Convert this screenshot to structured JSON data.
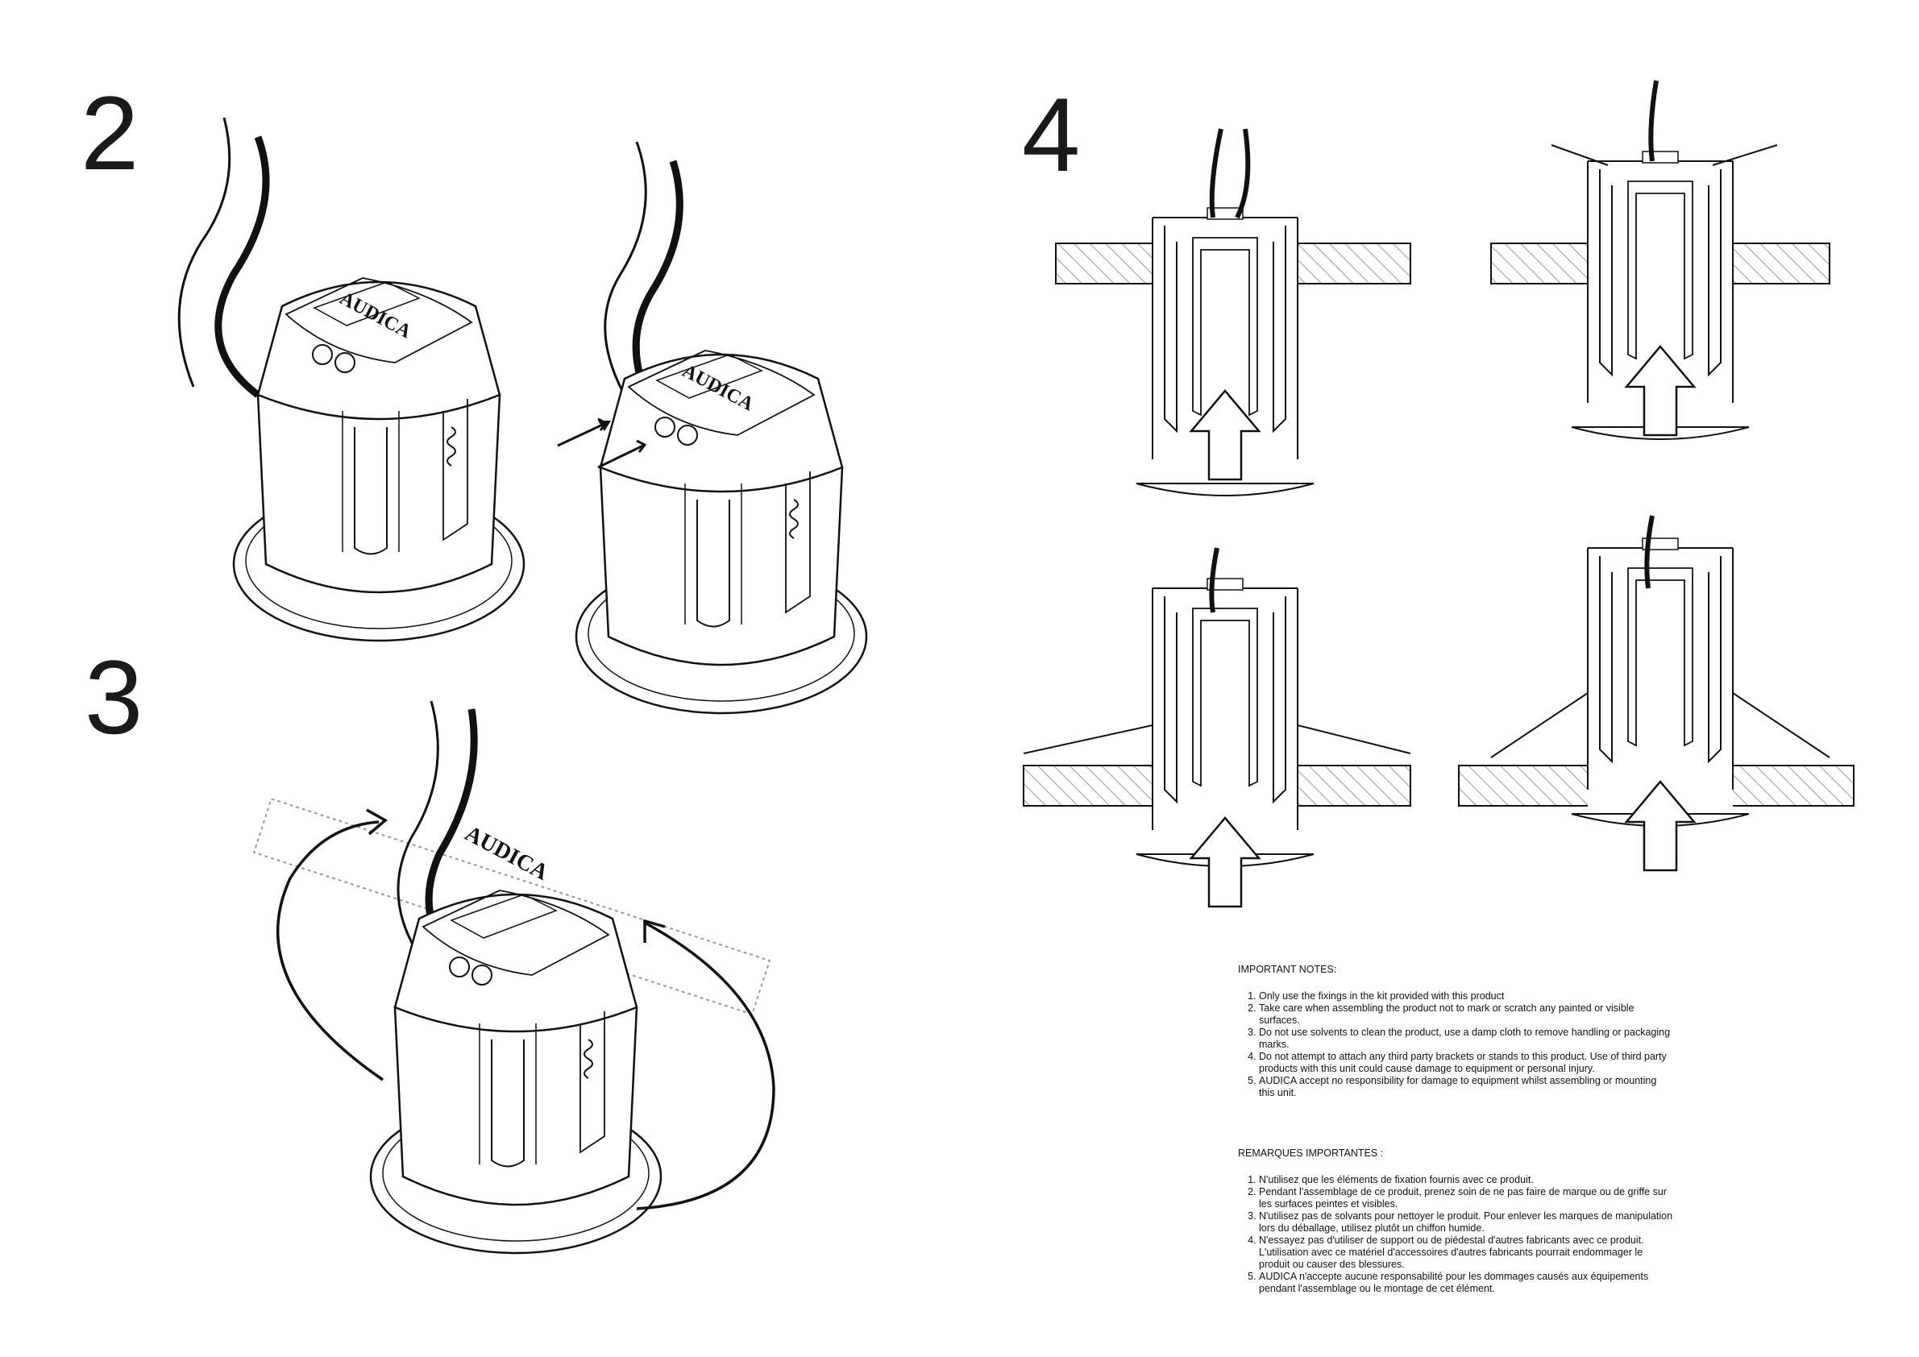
{
  "steps": {
    "step2": "2",
    "step3": "3",
    "step4": "4"
  },
  "brand": {
    "logo_text": "AUDICA"
  },
  "notes_en": {
    "title": "IMPORTANT NOTES:",
    "items": [
      "Only use the fixings in the kit provided with this product",
      "Take care when assembling the product not to mark or scratch any painted or visible surfaces.",
      "Do not use solvents to clean the product, use a damp cloth to remove handling or packaging marks.",
      "Do not attempt to attach any third party brackets or stands to this product. Use of third party products with this unit could cause damage to equipment or personal injury.",
      "AUDICA accept no responsibility for damage to equipment whilst assembling or mounting this unit."
    ]
  },
  "notes_fr": {
    "title": "REMARQUES IMPORTANTES :",
    "items": [
      "N'utilisez que les éléments de fixation fournis avec ce produit.",
      "Pendant l'assemblage de ce produit, prenez soin de ne pas faire de marque ou de griffe sur les surfaces peintes et visibles.",
      "N'utilisez pas de solvants pour nettoyer le produit. Pour enlever les marques de manipulation lors du déballage, utilisez plutôt un chiffon humide.",
      "N'essayez pas d'utiliser de support ou de piédestal d'autres fabricants avec ce produit. L'utilisation avec ce matériel d'accessoires d'autres fabricants pourrait endommager le produit ou causer des blessures.",
      "AUDICA n'accepte aucune responsabilité pour les dommages causés aux équipements pendant l'assemblage ou le montage de cet élément."
    ]
  }
}
